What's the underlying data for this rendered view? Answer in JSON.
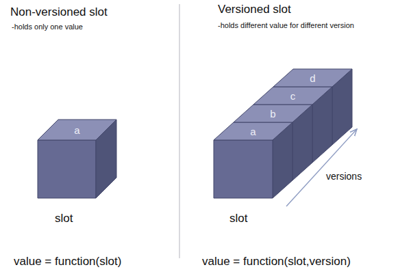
{
  "diagram": {
    "nodes": [
      {
        "text": [
          "a"
        ]
      },
      {
        "text": [
          "a"
        ]
      },
      {
        "text": [
          "b"
        ]
      },
      {
        "text": [
          "c"
        ]
      },
      {
        "text": [
          "d"
        ]
      }
    ],
    "labels": [
      "Non-versioned slot",
      "-holds only one value",
      "Versioned slot",
      "-holds different value for different version",
      "slot",
      "versions",
      "slot",
      "value = function(slot)",
      "value = function(slot,version)"
    ]
  }
}
